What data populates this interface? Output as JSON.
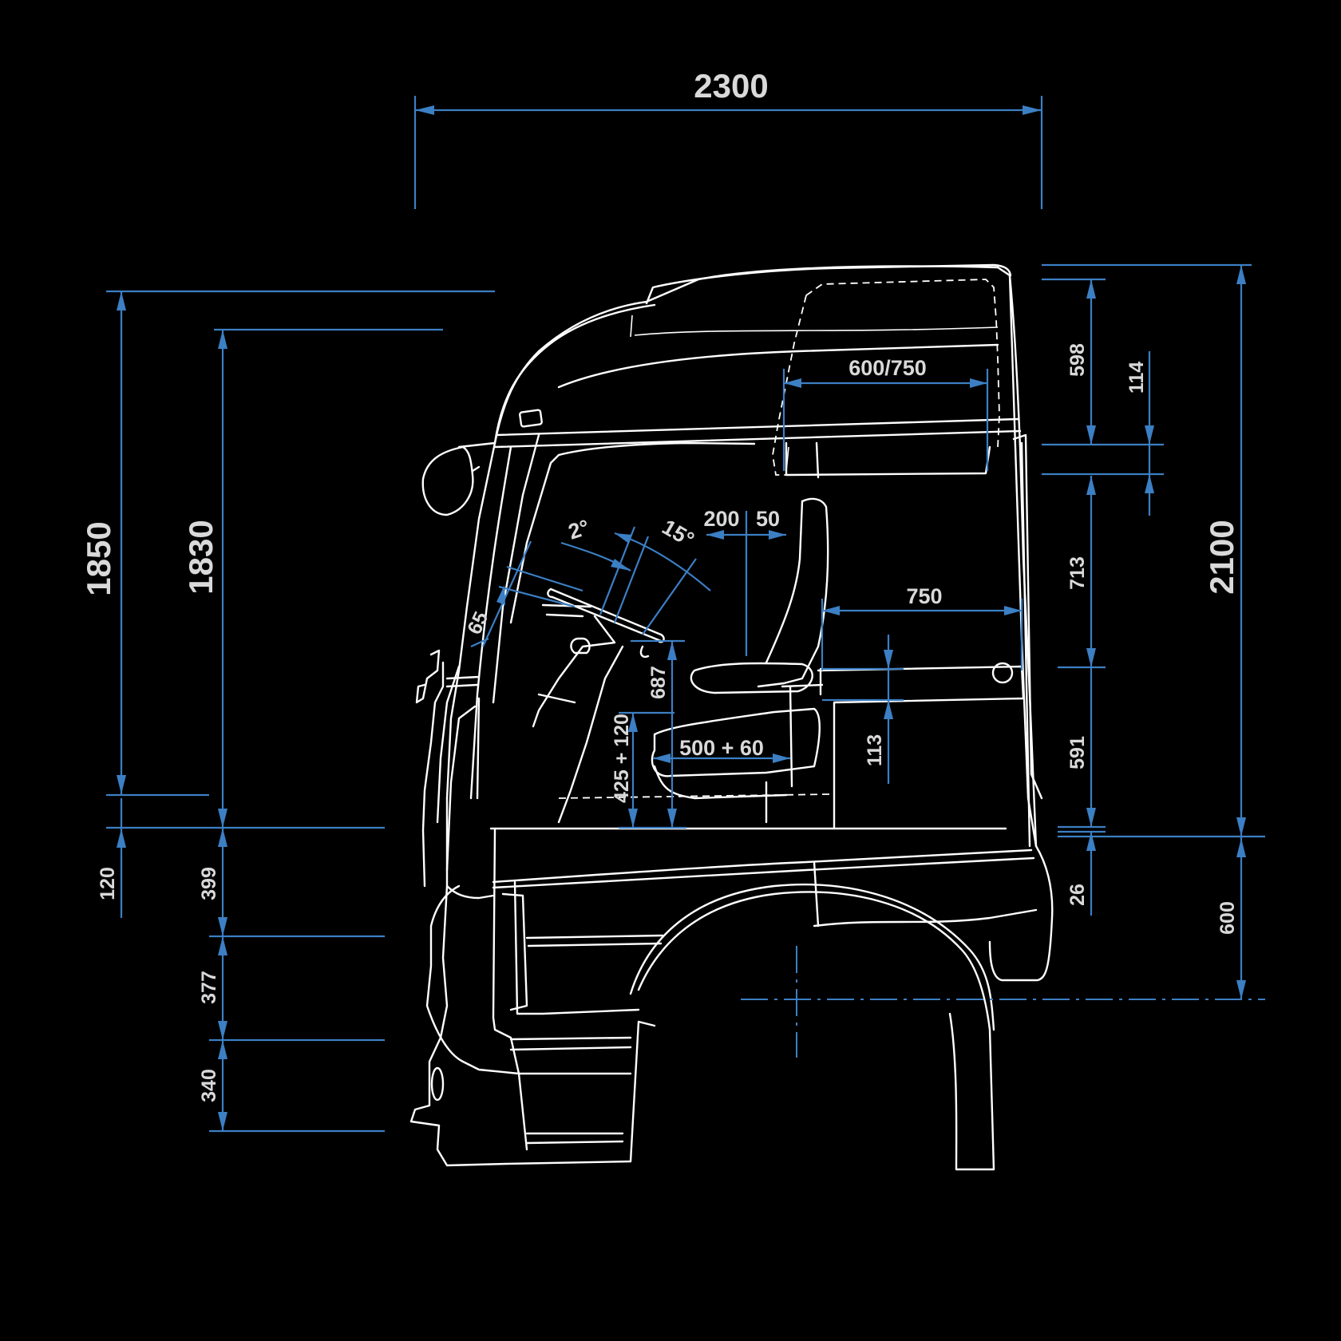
{
  "dimensions": {
    "cab_length": "2300",
    "interior_height_1850": "1850",
    "interior_height_1830": "1830",
    "step_120": "120",
    "step_399": "399",
    "step_377": "377",
    "step_340": "340",
    "cab_height": "2100",
    "axle_to_floor": "600",
    "roof_598": "598",
    "roof_114": "114",
    "upper_713": "713",
    "lower_591": "591",
    "floor_26": "26",
    "upper_bunk_width": "600/750",
    "lower_bunk_width": "750",
    "seat_200": "200",
    "seat_50": "50",
    "steering_2deg": "2°",
    "steering_15deg": "15°",
    "steering_65": "65",
    "steering_height_687": "687",
    "seat_height": "425 + 120",
    "seat_travel": "500 + 60",
    "bunk_113": "113"
  }
}
